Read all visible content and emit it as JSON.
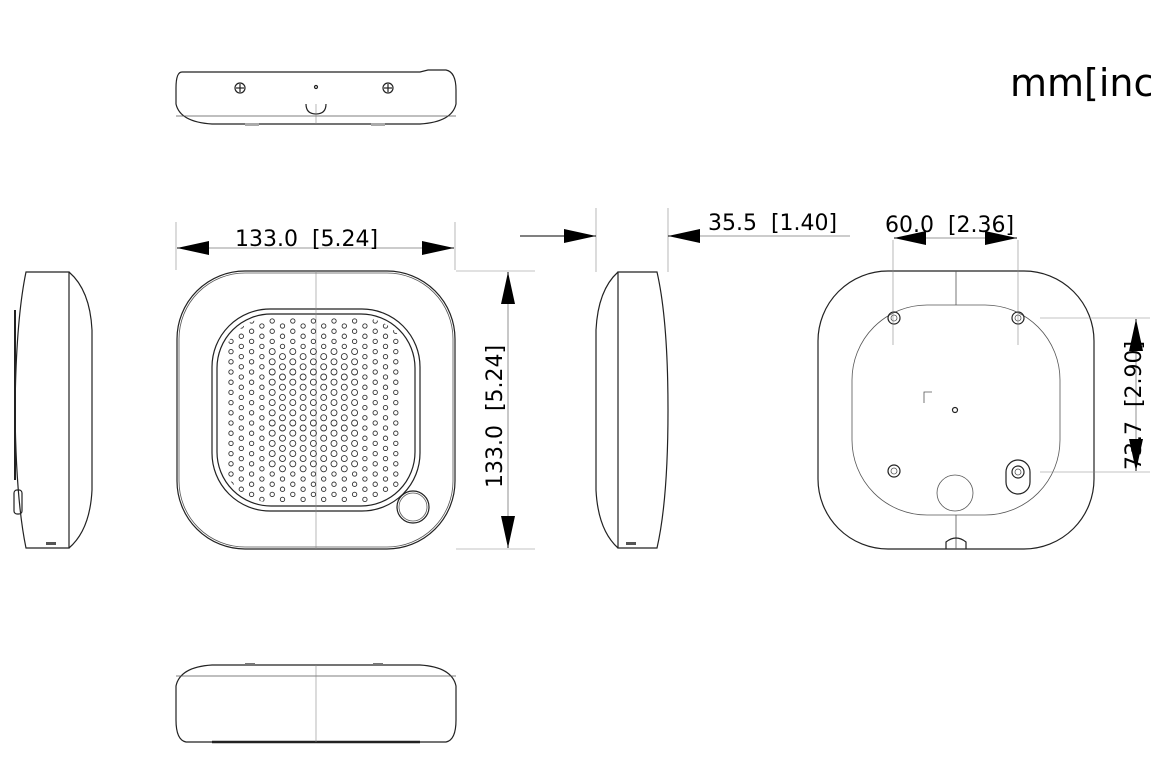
{
  "units_label": "mm[inch]",
  "dimensions": {
    "front_width": "133.0  [5.24]",
    "front_height": "133.0  [5.24]",
    "depth": "35.5  [1.40]",
    "mount_hole_spacing_horizontal": "60.0  [2.36]",
    "mount_hole_spacing_vertical": "73.7  [2.90]"
  }
}
